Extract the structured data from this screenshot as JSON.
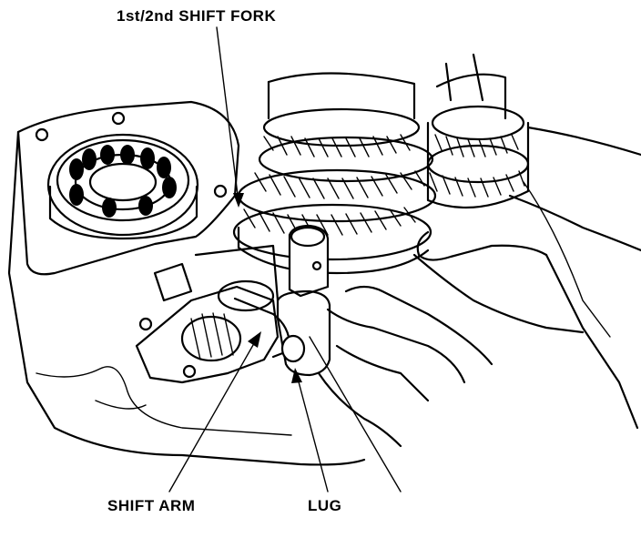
{
  "figure": {
    "labels": {
      "shift_fork": "1st/2nd SHIFT FORK",
      "shift_arm": "SHIFT ARM",
      "lug": "LUG"
    }
  }
}
